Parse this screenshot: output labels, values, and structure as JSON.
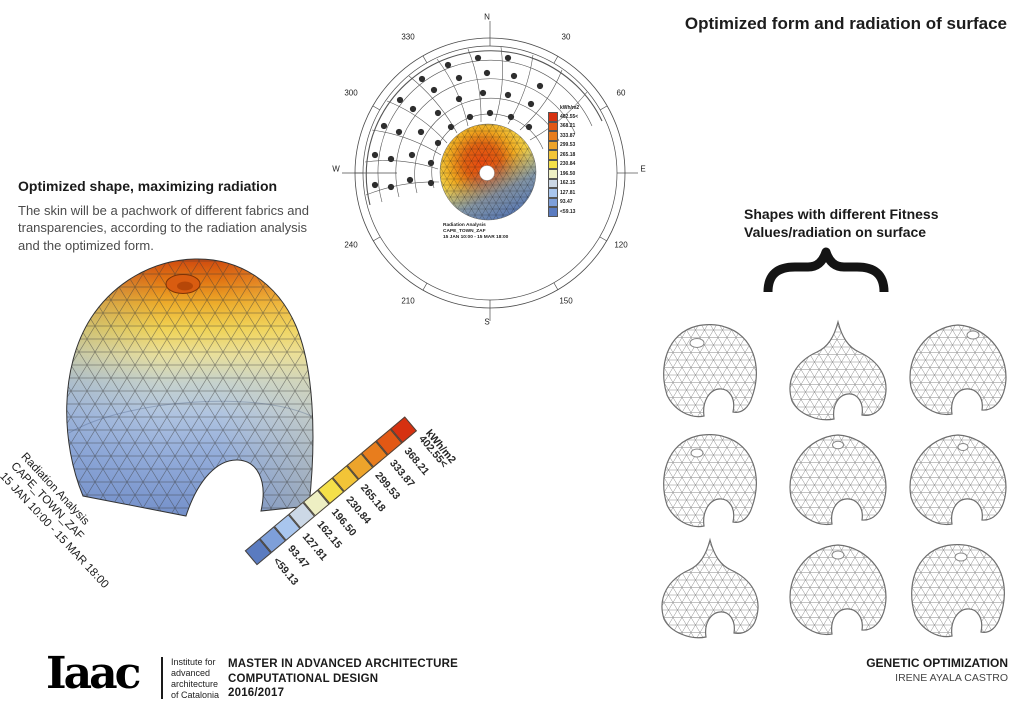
{
  "title": "Optimized form and radiation of surface",
  "left_panel": {
    "heading": "Optimized shape, maximizing radiation",
    "body": "The skin will be a pachwork of different fabrics and transparencies, according to the radiation analysis and the optimized form."
  },
  "sun_diagram": {
    "compass_labels": [
      "N",
      "30",
      "60",
      "E",
      "120",
      "150",
      "S",
      "210",
      "240",
      "W",
      "300",
      "330"
    ],
    "caption_lines": [
      "Radiation Analysis",
      "CAPE_TOWN_ZAF",
      "15 JAN 10:00 - 15 MAR 18:00"
    ]
  },
  "legend": {
    "unit": "kWh/m2",
    "values": [
      "402.55<",
      "368.21",
      "333.87",
      "299.53",
      "265.18",
      "230.84",
      "196.50",
      "162.15",
      "127.81",
      "93.47",
      "<59.13"
    ],
    "colors": [
      "#d63110",
      "#e25814",
      "#e87d1d",
      "#eda42b",
      "#f2c437",
      "#f5e049",
      "#eeefc3",
      "#ccd8e6",
      "#a9c6ee",
      "#7e9fd9",
      "#5a7bc0"
    ]
  },
  "right_panel": {
    "heading_lines": [
      "Shapes with different Fitness",
      "Values/radiation on surface"
    ],
    "shapes_count": 9
  },
  "footer": {
    "logo_text": "Iaac",
    "institute_lines": [
      "Institute for",
      "advanced",
      "architecture",
      "of Catalonia"
    ],
    "program_lines": [
      "MASTER IN ADVANCED ARCHITECTURE",
      "COMPUTATIONAL DESIGN",
      "2016/2017"
    ],
    "project_title": "GENETIC OPTIMIZATION",
    "author": "IRENE AYALA CASTRO"
  },
  "chart_data": {
    "type": "heatmap",
    "title": "Radiation Analysis",
    "location": "CAPE_TOWN_ZAF",
    "period": "15 JAN 10:00 - 15 MAR 18:00",
    "unit": "kWh/m2",
    "scale_values": [
      "402.55<",
      "368.21",
      "333.87",
      "299.53",
      "265.18",
      "230.84",
      "196.50",
      "162.15",
      "127.81",
      "93.47",
      "<59.13"
    ],
    "scale_colors": [
      "#d63110",
      "#e25814",
      "#e87d1d",
      "#eda42b",
      "#f2c437",
      "#f5e049",
      "#eeefc3",
      "#ccd8e6",
      "#a9c6ee",
      "#7e9fd9",
      "#5a7bc0"
    ],
    "compass_labels": [
      "N",
      "30",
      "60",
      "E",
      "120",
      "150",
      "S",
      "210",
      "240",
      "W",
      "300",
      "330"
    ]
  }
}
